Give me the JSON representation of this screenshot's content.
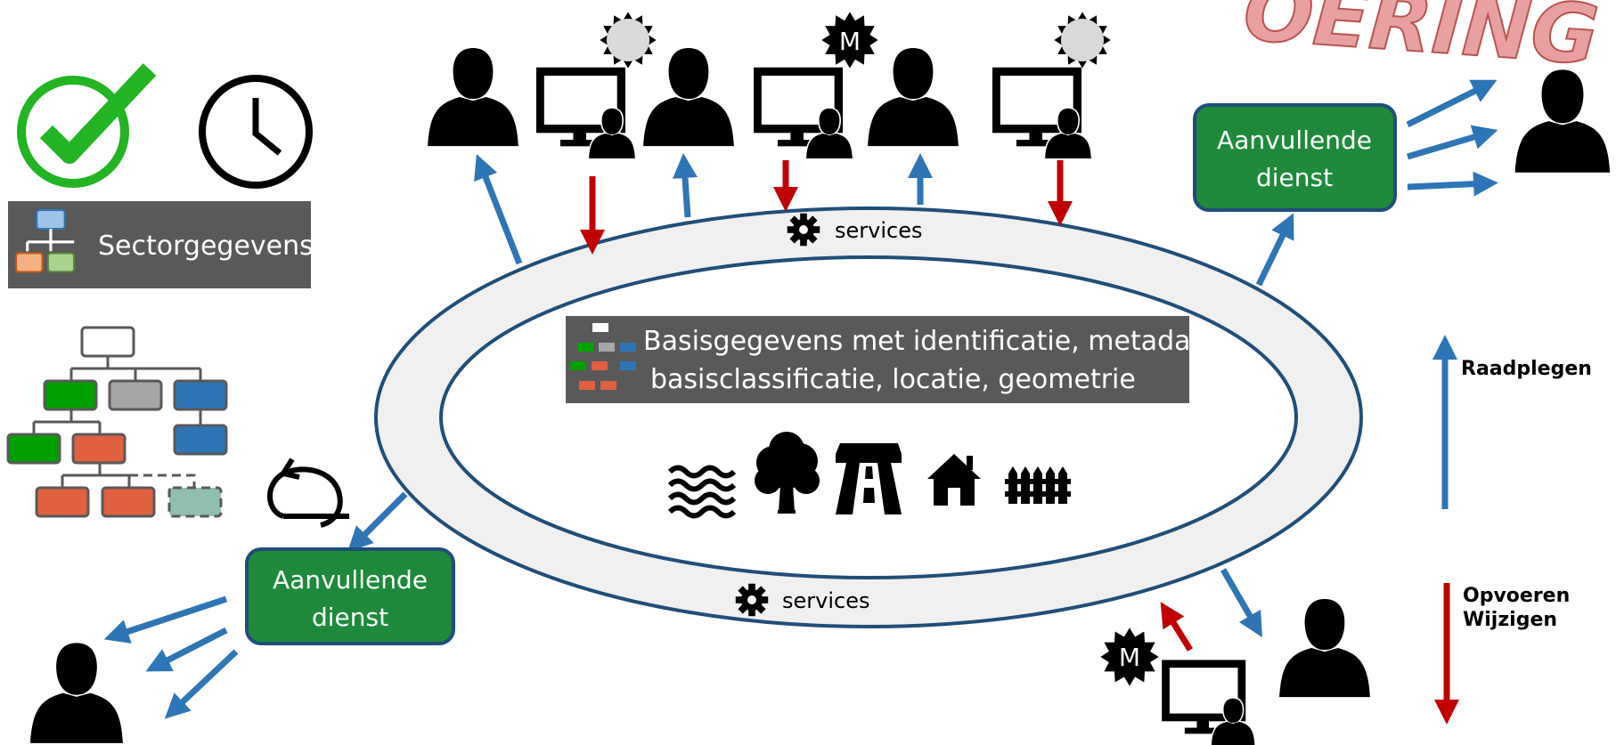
{
  "banner_text": "OERING",
  "sector_label": "Sectorgegevens",
  "core_label_line1": "Basisgegevens met identificatie, metadata",
  "core_label_line2": "basisclassificatie, locatie, geometrie",
  "services_top": "services",
  "services_bottom": "services",
  "service_right_line1": "Aanvullende",
  "service_right_line2": "dienst",
  "service_left_line1": "Aanvullende",
  "service_left_line2": "dienst",
  "legend_consult": "Raadplegen",
  "legend_edit_line1": "Opvoeren",
  "legend_edit_line2": "Wijzigen",
  "badge_letter": "M",
  "colors": {
    "blue_arrow": "#2e75b6",
    "red_arrow": "#c00000",
    "service_box": "#1e8a3a",
    "ring": "#1f4e79",
    "ring_fill": "#f0f0f0",
    "dark_box": "#595959",
    "banner": "#e8a0a0",
    "check": "#22b422"
  },
  "icons": [
    "check-icon",
    "clock-icon",
    "org-chart-icon",
    "agile-cycle-icon",
    "water-icon",
    "tree-icon",
    "road-icon",
    "house-icon",
    "fence-icon",
    "gear-icon",
    "person-icon",
    "computer-user-icon",
    "badge-icon"
  ]
}
